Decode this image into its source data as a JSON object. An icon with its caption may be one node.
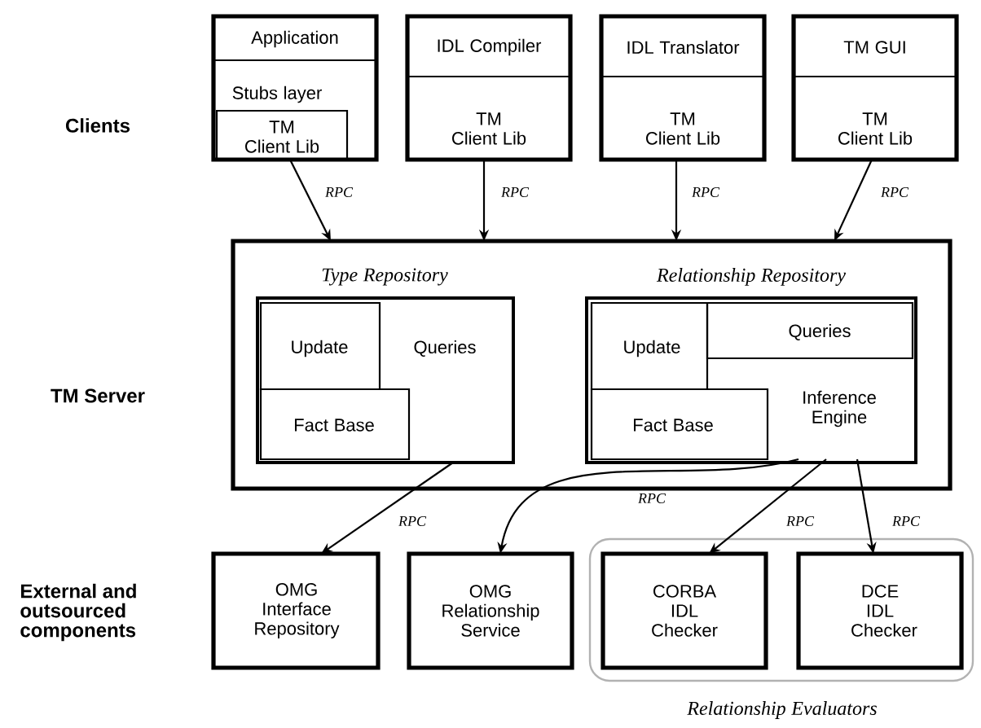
{
  "diagram": {
    "nodes": [
      {
        "text": [
          "Application",
          "Stubs layer"
        ]
      },
      {
        "text": [
          "TM Client Lib"
        ],
        "in": 0
      },
      {
        "text": [
          "IDL Compiler",
          "TM Client Lib"
        ]
      },
      {
        "text": [
          "IDL Translator",
          "TM Client Lib"
        ]
      },
      {
        "text": [
          "TM GUI",
          "TM Client Lib"
        ]
      },
      {
        "text": [],
        "shape": "box"
      },
      {
        "text": [
          "Type Repository"
        ],
        "in": 5
      },
      {
        "text": [
          "Update"
        ],
        "in": 6
      },
      {
        "text": [
          "Queries"
        ],
        "in": 6
      },
      {
        "text": [
          "Fact Base"
        ],
        "in": 6
      },
      {
        "text": [
          "Relationship Repository"
        ],
        "in": 5
      },
      {
        "text": [
          "Update"
        ],
        "in": 10
      },
      {
        "text": [
          "Queries"
        ],
        "in": 10
      },
      {
        "text": [
          "Inference Engine"
        ],
        "in": 10
      },
      {
        "text": [
          "Fact Base"
        ],
        "in": 10
      },
      {
        "text": [
          "OMG Interface Repository"
        ]
      },
      {
        "text": [
          "OMG Relationship Service"
        ]
      },
      {
        "text": [
          "Relationship Evaluators"
        ]
      },
      {
        "text": [
          "CORBA IDL Checker"
        ],
        "in": 17
      },
      {
        "text": [
          "DCE IDL Checker"
        ],
        "in": 17
      }
    ],
    "edges": [
      {
        "from": 1,
        "to": 5,
        "arrow": "to",
        "label": "RPC"
      },
      {
        "from": 2,
        "to": 5,
        "arrow": "to",
        "label": "RPC"
      },
      {
        "from": 3,
        "to": 5,
        "arrow": "to",
        "label": "RPC"
      },
      {
        "from": 4,
        "to": 5,
        "arrow": "to",
        "label": "RPC"
      },
      {
        "from": 6,
        "to": 15,
        "arrow": "to",
        "label": "RPC"
      },
      {
        "from": 13,
        "to": 16,
        "arrow": "to",
        "label": "RPC"
      },
      {
        "from": 13,
        "to": 18,
        "arrow": "to",
        "label": "RPC"
      },
      {
        "from": 13,
        "to": 19,
        "arrow": "to",
        "label": "RPC"
      }
    ],
    "labels": [
      "Clients",
      "TM Server",
      "External and outsourced components"
    ]
  }
}
